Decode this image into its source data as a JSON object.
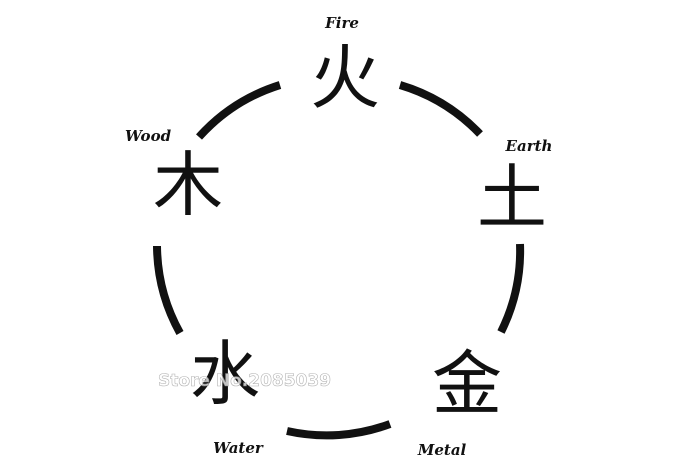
{
  "elements": [
    {
      "key": "fire",
      "character": "火",
      "label": "Fire"
    },
    {
      "key": "earth",
      "character": "土",
      "label": "Earth"
    },
    {
      "key": "metal",
      "character": "金",
      "label": "Metal"
    },
    {
      "key": "water",
      "character": "水",
      "label": "Water"
    },
    {
      "key": "wood",
      "character": "木",
      "label": "Wood"
    }
  ],
  "watermark": "Store No.2085039",
  "colors": {
    "ink": "#111111",
    "background": "#ffffff"
  }
}
